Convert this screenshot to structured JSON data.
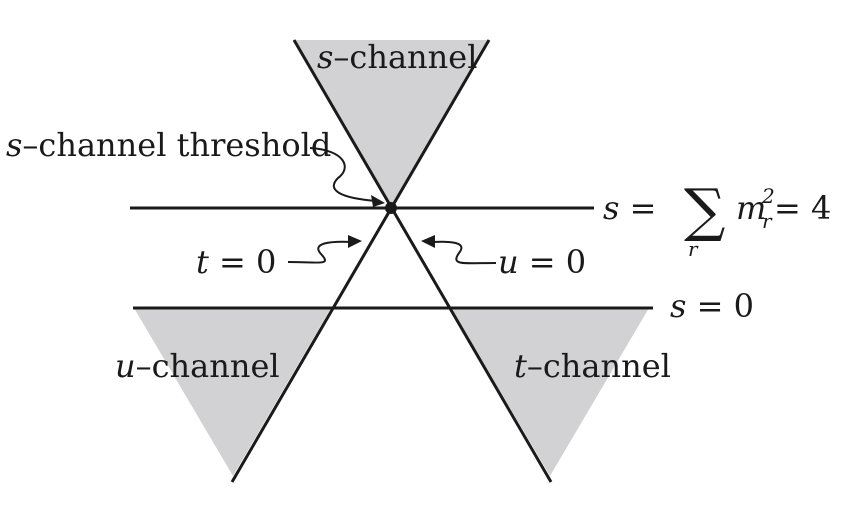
{
  "regions": {
    "s": {
      "var": "s",
      "suffix": "–channel"
    },
    "u": {
      "var": "u",
      "suffix": "–channel"
    },
    "t": {
      "var": "t",
      "suffix": "–channel"
    }
  },
  "threshold_label": {
    "var": "s",
    "suffix": "–channel threshold"
  },
  "t_line_label": {
    "var": "t",
    "eq": " = 0"
  },
  "u_line_label": {
    "var": "u",
    "eq": " = 0"
  },
  "s_zero_label": {
    "var": "s",
    "eq": " = 0"
  },
  "s_threshold_eq": {
    "var": "s",
    "eq": " = ",
    "sum": "∑",
    "sum_index": "r",
    "term_var": "m",
    "term_sup": "2",
    "term_sub": "r",
    "value": " = 4"
  },
  "colors": {
    "region_fill": "#d2d2d4",
    "line": "#1a1a1a"
  }
}
